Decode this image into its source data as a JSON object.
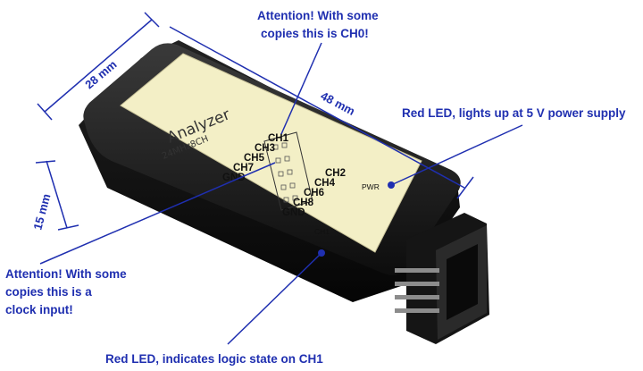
{
  "annotations": {
    "top_note_line1": "Attention! With some",
    "top_note_line2": "copies this is CH0!",
    "left_note_line1": "Attention! With some",
    "left_note_line2": "copies this is a",
    "left_note_line3": "clock input!",
    "pwr_led_note": "Red LED, lights up at 5 V power supply",
    "ch1_led_note": "Red LED, indicates logic state on CH1"
  },
  "dimensions": {
    "width": "28 mm",
    "length": "48 mm",
    "height": "15 mm"
  },
  "device_label": {
    "title": "Analyzer",
    "subtitle": "24MHz8CH",
    "pwr": "PWR",
    "ch1_mark": "CH1",
    "pins_left": [
      "CH1",
      "CH3",
      "CH5",
      "CH7",
      "GND"
    ],
    "pins_right": [
      "CH2",
      "CH4",
      "CH6",
      "CH8",
      "GND"
    ]
  },
  "colors": {
    "annotation": "#1f2fb0",
    "case": "#1b1b1b",
    "label": "#f3efc6"
  }
}
